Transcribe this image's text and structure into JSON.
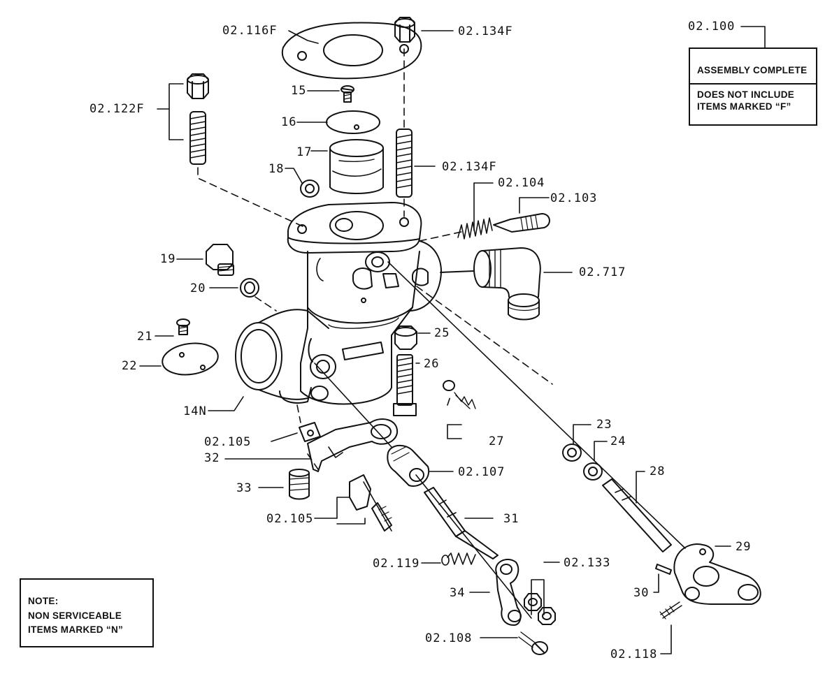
{
  "assembly_box": {
    "part_number": "02.100",
    "title": "ASSEMBLY COMPLETE",
    "note_line1": "DOES NOT INCLUDE",
    "note_line2": "ITEMS MARKED “F”"
  },
  "note_box": {
    "line1": "NOTE:",
    "line2": "NON SERVICEABLE",
    "line3": "ITEMS MARKED “N”"
  },
  "callouts": {
    "c_02_116F": "02.116F",
    "c_02_134F_top": "02.134F",
    "c_02_122F": "02.122F",
    "c_15": "15",
    "c_16": "16",
    "c_17": "17",
    "c_18": "18",
    "c_02_134F_stud": "02.134F",
    "c_02_104": "02.104",
    "c_02_103": "02.103",
    "c_19": "19",
    "c_20": "20",
    "c_02_717": "02.717",
    "c_21": "21",
    "c_25": "25",
    "c_22": "22",
    "c_26": "26",
    "c_14N": "14N",
    "c_27": "27",
    "c_23": "23",
    "c_24": "24",
    "c_02_105_top": "02.105",
    "c_32": "32",
    "c_02_107": "02.107",
    "c_28": "28",
    "c_33": "33",
    "c_02_105_bottom": "02.105",
    "c_31": "31",
    "c_29": "29",
    "c_02_119": "02.119",
    "c_02_133": "02.133",
    "c_30": "30",
    "c_34": "34",
    "c_02_108": "02.108",
    "c_02_118": "02.118"
  }
}
